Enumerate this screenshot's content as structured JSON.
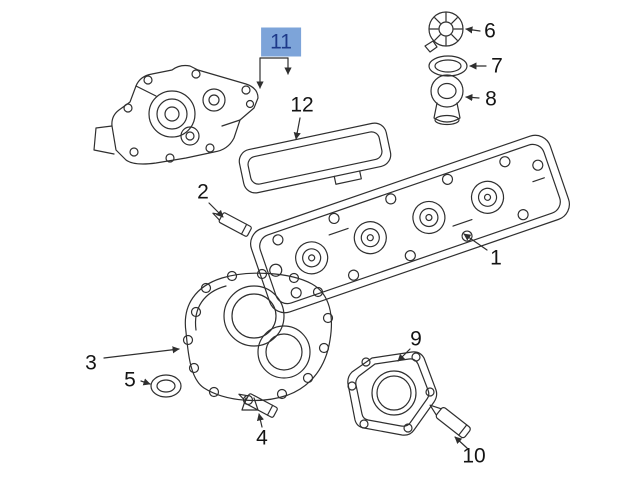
{
  "diagram": {
    "background_color": "#ffffff",
    "line_color": "#2f2f2f",
    "highlight": {
      "background": "#7da4d9",
      "text_color": "#1e3a8a",
      "applies_to_label": "11"
    },
    "labels": {
      "p1": {
        "text": "1"
      },
      "p2": {
        "text": "2"
      },
      "p3": {
        "text": "3"
      },
      "p4": {
        "text": "4"
      },
      "p5": {
        "text": "5"
      },
      "p6": {
        "text": "6"
      },
      "p7": {
        "text": "7"
      },
      "p8": {
        "text": "8"
      },
      "p9": {
        "text": "9"
      },
      "p10": {
        "text": "10"
      },
      "p11": {
        "text": "11",
        "highlighted": true
      },
      "p12": {
        "text": "12"
      }
    }
  }
}
